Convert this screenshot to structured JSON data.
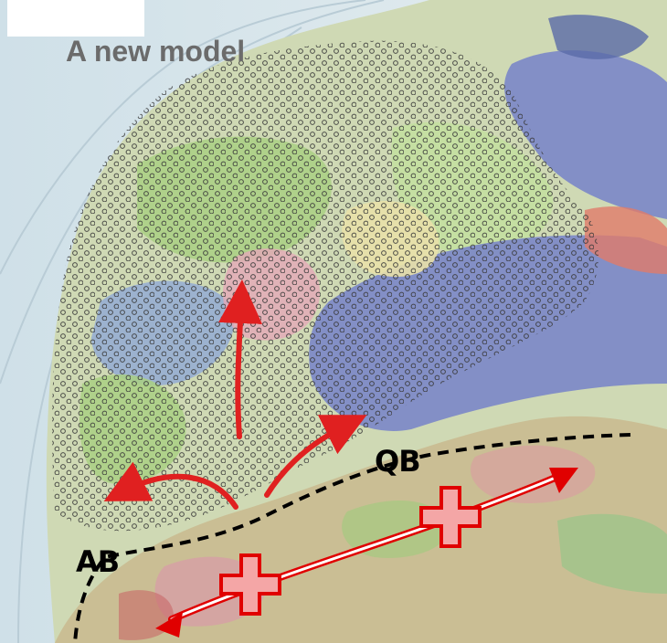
{
  "map": {
    "title": "A new model",
    "boundary_labels": {
      "qb": "QB",
      "ab": "AB"
    },
    "colors": {
      "sea": "#d8e6ec",
      "land": "#c9d6a8",
      "geology_blue": "#7a86c8",
      "geology_green": "#a9cf82",
      "geology_pink": "#e4a8b8",
      "dot_pattern": "#404040",
      "flow_arrow": "#e02020",
      "boundary_line": "#000000",
      "cross_fill": "#f4a6a6",
      "cross_stroke": "#e00000"
    },
    "icons": {
      "flow_arrows": "red-curved-arrow-icon",
      "axis_arrow": "double-line-red-arrow-icon",
      "crosses": "red-cross-icon"
    }
  }
}
